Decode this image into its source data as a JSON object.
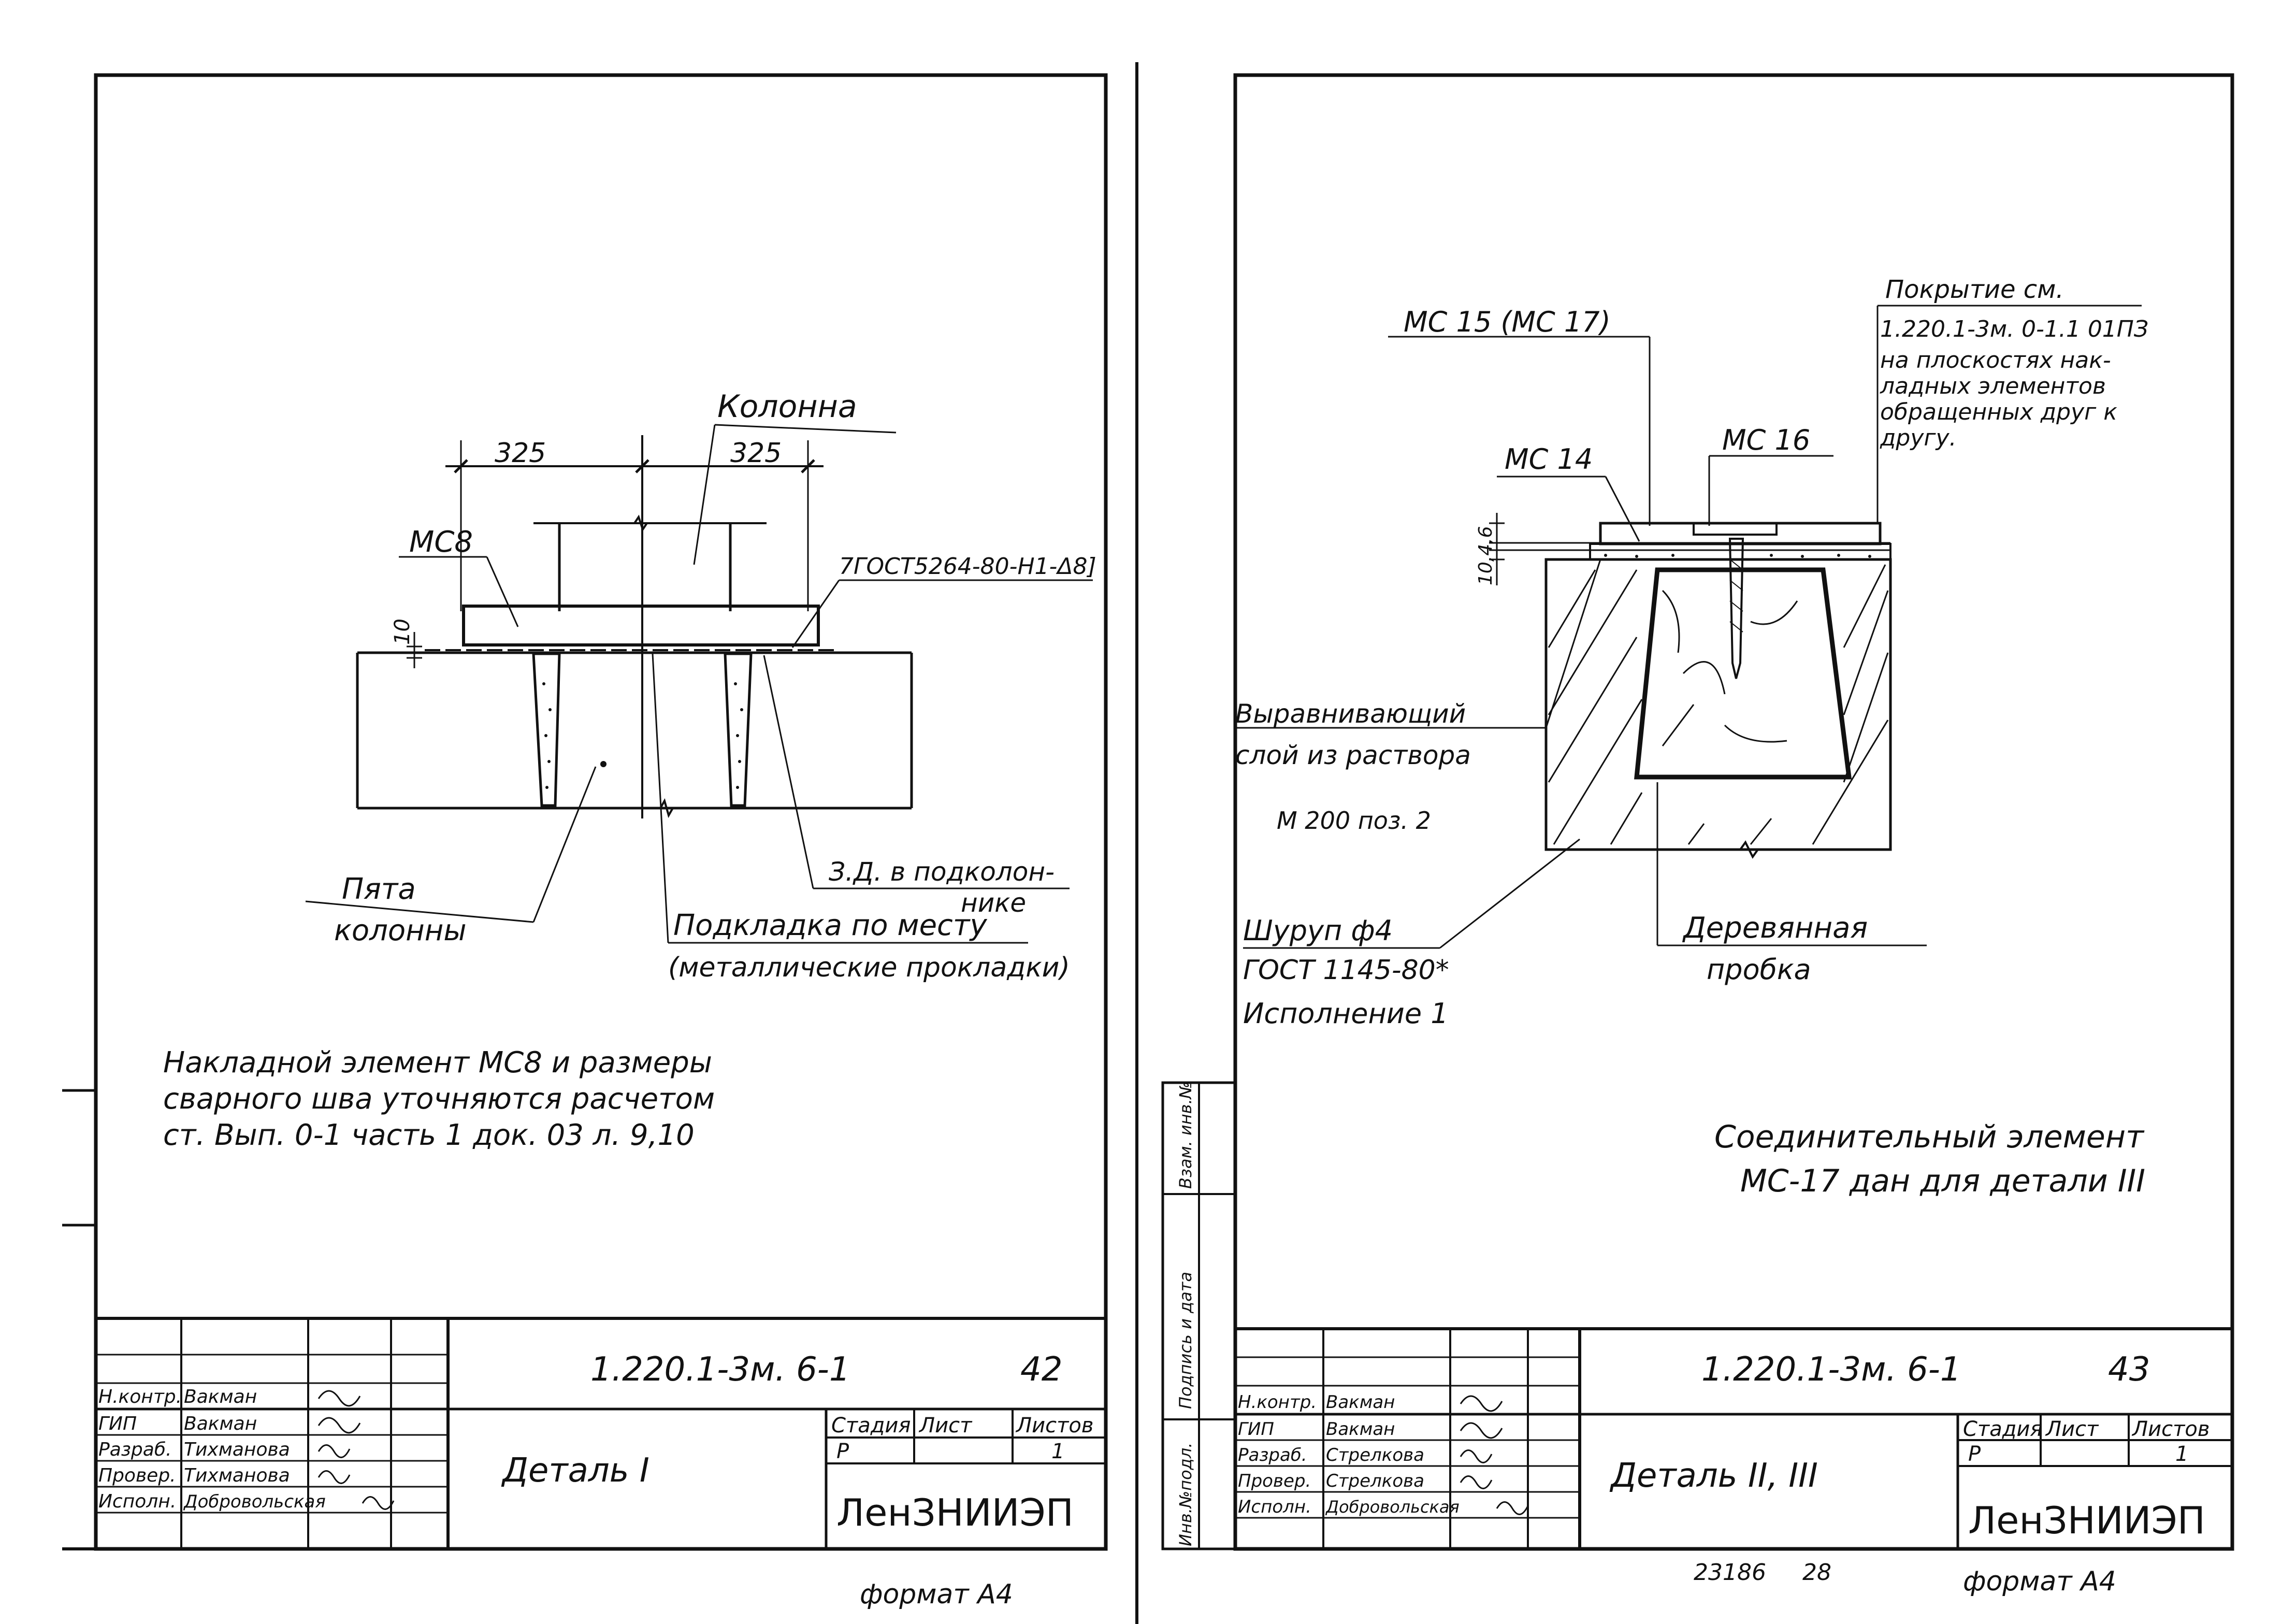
{
  "left_sheet": {
    "title_code": "1.220.1-3м. 6-1",
    "sheet_number": "42",
    "drawing_name": "Деталь I",
    "stage_headers": {
      "stage": "Стадия",
      "sheet": "Лист",
      "sheets": "Листов"
    },
    "stage_value": "Р",
    "sheets_value": "1",
    "org": "ЛенЗНИИЭП",
    "format": "формат А4",
    "signatures": [
      {
        "role": "Н.контр.",
        "name": "Вакман"
      },
      {
        "role": "ГИП",
        "name": "Вакман"
      },
      {
        "role": "Разраб.",
        "name": "Тихманова"
      },
      {
        "role": "Провер.",
        "name": "Тихманова"
      },
      {
        "role": "Исполн.",
        "name": "Добровольская"
      }
    ],
    "drawing": {
      "dim_left": "325",
      "dim_right": "325",
      "label_column": "Колонна",
      "label_mc8": "МС8",
      "weld_note": "7ГОСТ5264-80-Н1-Δ8]",
      "dim_vertical": "10",
      "label_base_1": "Пята",
      "label_base_2": "колонны",
      "label_embedded_1": "З.Д. в подколон-",
      "label_embedded_2": "нике",
      "label_shim_1": "Подкладка по месту",
      "label_shim_2": "(металлические прокладки)"
    },
    "note_lines": [
      "Накладной элемент МС8 и размеры",
      "сварного шва уточняются расчетом",
      "ст. Вып. 0-1 часть 1 док. 03 л. 9,10"
    ]
  },
  "right_sheet": {
    "title_code": "1.220.1-3м. 6-1",
    "sheet_number": "43",
    "drawing_name": "Деталь II, III",
    "stage_headers": {
      "stage": "Стадия",
      "sheet": "Лист",
      "sheets": "Листов"
    },
    "stage_value": "Р",
    "sheets_value": "1",
    "org": "ЛенЗНИИЭП",
    "format": "формат А4",
    "archive_number": "23186",
    "copy_number": "28",
    "side_stamp": [
      "Инв.№подл.",
      "Подпись и дата",
      "Взам. инв.№"
    ],
    "signatures": [
      {
        "role": "Н.контр.",
        "name": "Вакман"
      },
      {
        "role": "ГИП",
        "name": "Вакман"
      },
      {
        "role": "Разраб.",
        "name": "Стрелкова"
      },
      {
        "role": "Провер.",
        "name": "Стрелкова"
      },
      {
        "role": "Исполн.",
        "name": "Добровольская"
      }
    ],
    "drawing": {
      "label_mc15": "МС 15 (МС 17)",
      "label_mc14": "МС 14",
      "label_mc16": "МС 16",
      "coating_1": "Покрытие см.",
      "coating_2": "1.220.1-3м. 0-1.1 01ПЗ",
      "coating_3": "на плоскостях нак-",
      "coating_4": "ладных элементов",
      "coating_5": "обращенных друг к",
      "coating_6": "другу.",
      "dims_vertical": "10,4,6",
      "leveling_1": "Выравнивающий",
      "leveling_2": "слой из раствора",
      "leveling_3": "М 200 поз. 2",
      "screw_1": "Шуруп ф4",
      "screw_2": "ГОСТ 1145-80*",
      "screw_3": "Исполнение 1",
      "plug_1": "Деревянная",
      "plug_2": "пробка"
    },
    "note_lines": [
      "Соединительный элемент",
      "МС-17 дан для детали III"
    ]
  }
}
